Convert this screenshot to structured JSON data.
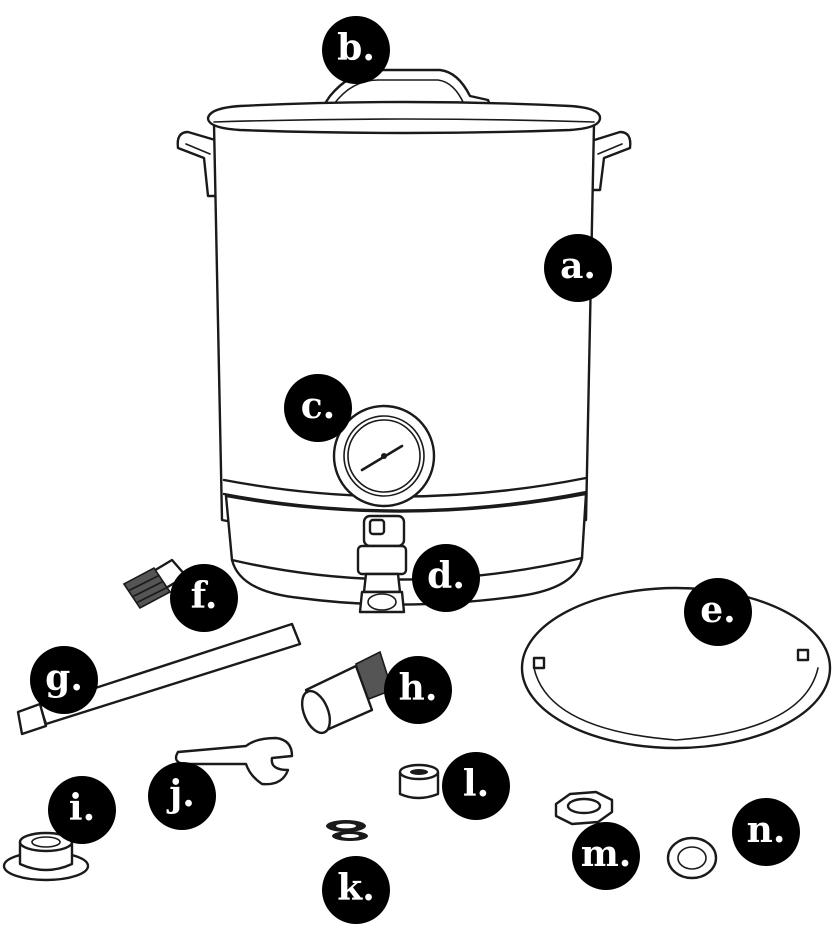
{
  "labels": {
    "a": "a.",
    "b": "b.",
    "c": "c.",
    "d": "d.",
    "e": "e.",
    "f": "f.",
    "g": "g.",
    "h": "h.",
    "i": "i.",
    "j": "j.",
    "k": "k.",
    "l": "l.",
    "m": "m.",
    "n": "n."
  },
  "colors": {
    "line": "#1a1a1a",
    "badge": "#000000",
    "badge_text": "#ffffff",
    "background": "#ffffff"
  }
}
